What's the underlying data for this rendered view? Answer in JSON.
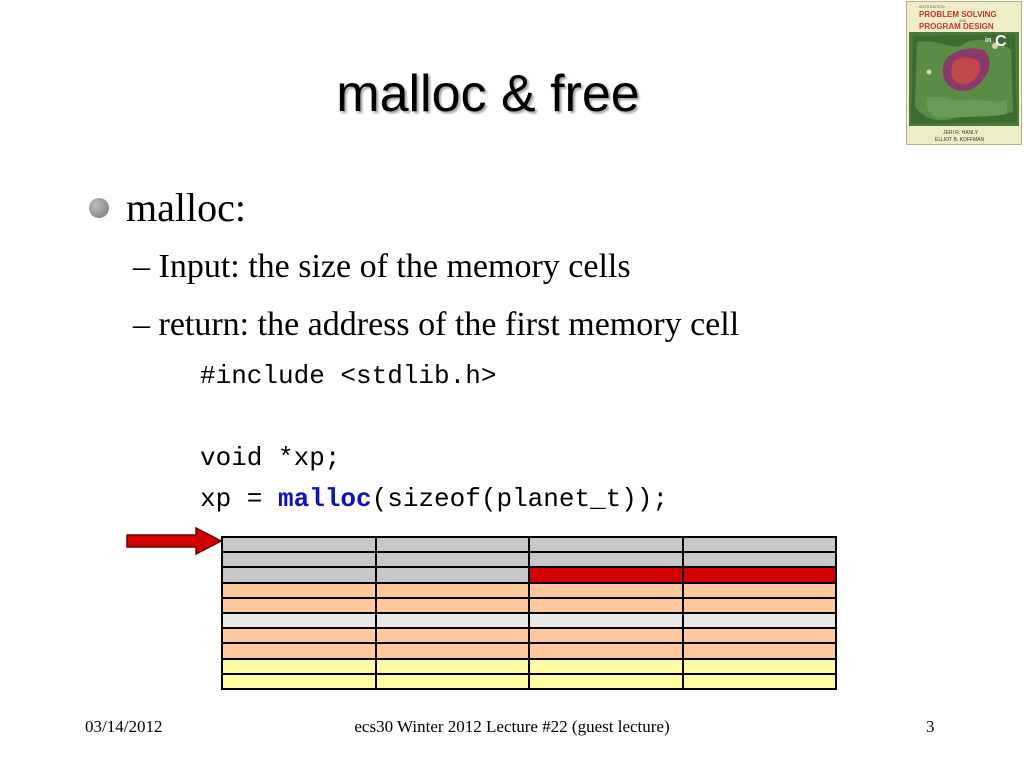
{
  "slide": {
    "title": "malloc & free",
    "book_cover": {
      "edition": "SIXTH EDITION",
      "title_line1": "PROBLEM SOLVING",
      "title_and": "AND",
      "title_line2": "PROGRAM DESIGN",
      "title_in": "in",
      "title_lang": "C",
      "author1": "JERI R. HANLY",
      "author2": "ELLIOT B. KOFFMAN"
    },
    "bullet": {
      "text": "malloc:",
      "sub_items": [
        "– Input: the size of the memory cells",
        "– return: the address of the first memory cell"
      ]
    },
    "code": {
      "line1": "#include <stdlib.h>",
      "line2": "void *xp;",
      "line3_prefix": "xp = ",
      "line3_keyword": "malloc",
      "line3_suffix": "(sizeof(planet_t));"
    },
    "memory_table": {
      "colors": {
        "gray": "#c8c8c8",
        "red": "#d40000",
        "orange": "#fdc99c",
        "light": "#eae8e4",
        "yellow": "#fdfca3"
      },
      "rows": [
        [
          "gray",
          "gray",
          "gray",
          "gray"
        ],
        [
          "gray",
          "gray",
          "gray",
          "gray"
        ],
        [
          "gray",
          "gray",
          "red",
          "red"
        ],
        [
          "orange",
          "orange",
          "orange",
          "orange"
        ],
        [
          "orange",
          "orange",
          "orange",
          "orange"
        ],
        [
          "light",
          "light",
          "light",
          "light"
        ],
        [
          "orange",
          "orange",
          "orange",
          "orange"
        ],
        [
          "orange",
          "orange",
          "orange",
          "orange"
        ],
        [
          "yellow",
          "yellow",
          "yellow",
          "yellow"
        ],
        [
          "yellow",
          "yellow",
          "yellow",
          "yellow"
        ]
      ]
    },
    "arrow_color": "#d40000"
  },
  "footer": {
    "date": "03/14/2012",
    "center": "ecs30 Winter 2012 Lecture #22 (guest lecture)",
    "page": "3"
  }
}
